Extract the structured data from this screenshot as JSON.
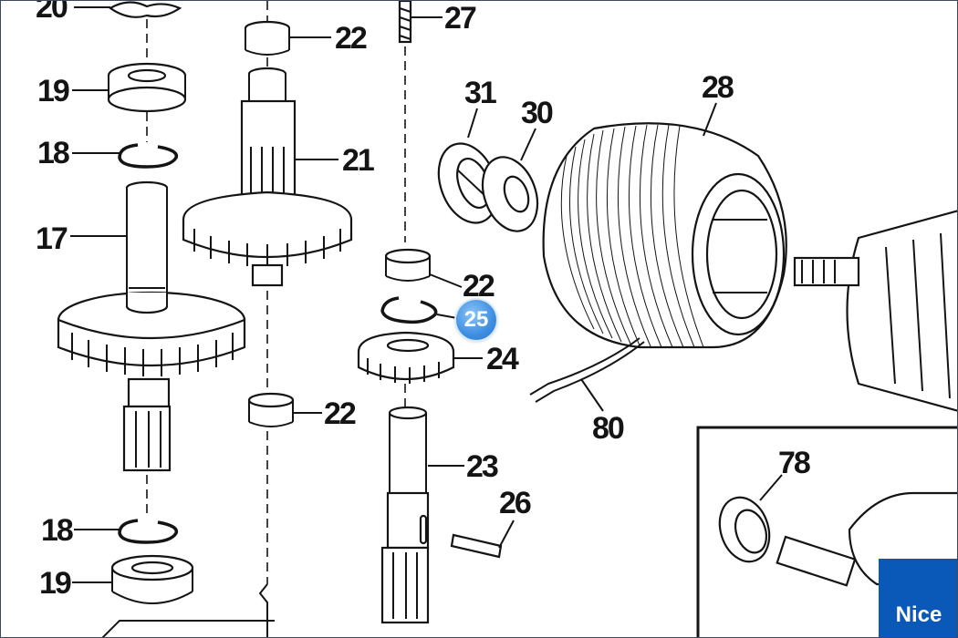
{
  "diagram": {
    "callouts": {
      "p20": "20",
      "p19_top": "19",
      "p18_top": "18",
      "p17": "17",
      "p18_bottom": "18",
      "p19_bottom": "19",
      "p22_top": "22",
      "p21": "21",
      "p22_bottom": "22",
      "p27": "27",
      "p22_mid": "22",
      "p24": "24",
      "p23": "23",
      "p26": "26",
      "p31": "31",
      "p30": "30",
      "p28": "28",
      "p80": "80",
      "p78": "78"
    },
    "hotspot": {
      "label": "25",
      "color": "#3d8ee2"
    },
    "brand": {
      "text": "Nice",
      "color": "#0a58b8"
    }
  }
}
